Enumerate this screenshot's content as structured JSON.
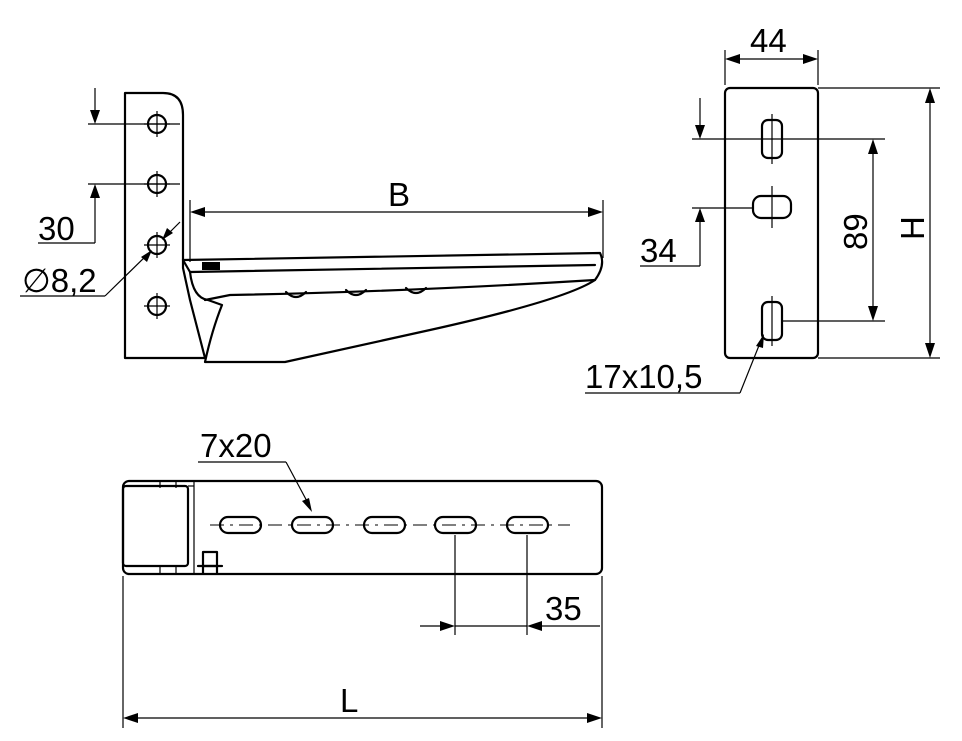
{
  "labels": {
    "side_pitch": "30",
    "hole_diameter": "∅8,2",
    "arm_length": "B",
    "plate_width": "44",
    "slot_pitch": "34",
    "slot_spacing": "89",
    "plate_height": "H",
    "plate_slot_size": "17x10,5",
    "arm_slot_size": "7x20",
    "arm_slot_pitch": "35",
    "overall_length": "L"
  }
}
